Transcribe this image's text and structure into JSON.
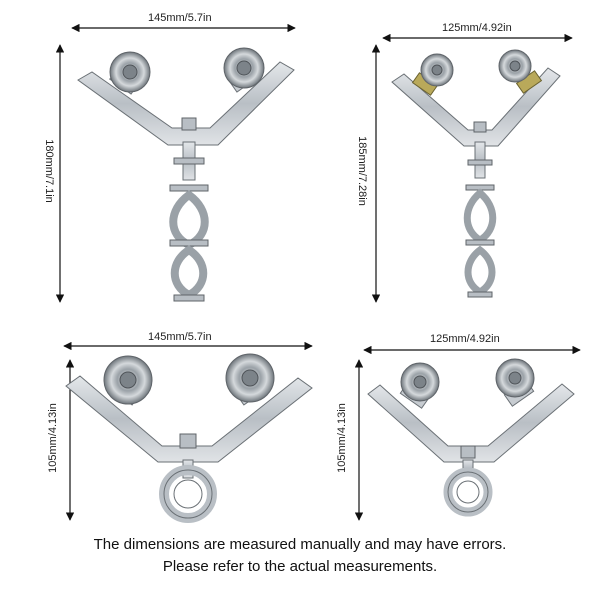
{
  "panels": [
    {
      "width_label": "145mm/5.7in",
      "height_label": "180mm/7.1in"
    },
    {
      "width_label": "125mm/4.92in",
      "height_label": "185mm/7.28in"
    },
    {
      "width_label": "145mm/5.7in",
      "height_label": "105mm/4.13in"
    },
    {
      "width_label": "125mm/4.92in",
      "height_label": "105mm/4.13in"
    }
  ],
  "caption": {
    "line1": "The dimensions are measured manually and may have errors.",
    "line2": "Please refer to the actual measurements."
  },
  "colors": {
    "metal": "#c9ced3",
    "metal_dark": "#8f969c",
    "outline": "#5f6469",
    "brass": "#b9a95a",
    "arrow": "#111111"
  }
}
